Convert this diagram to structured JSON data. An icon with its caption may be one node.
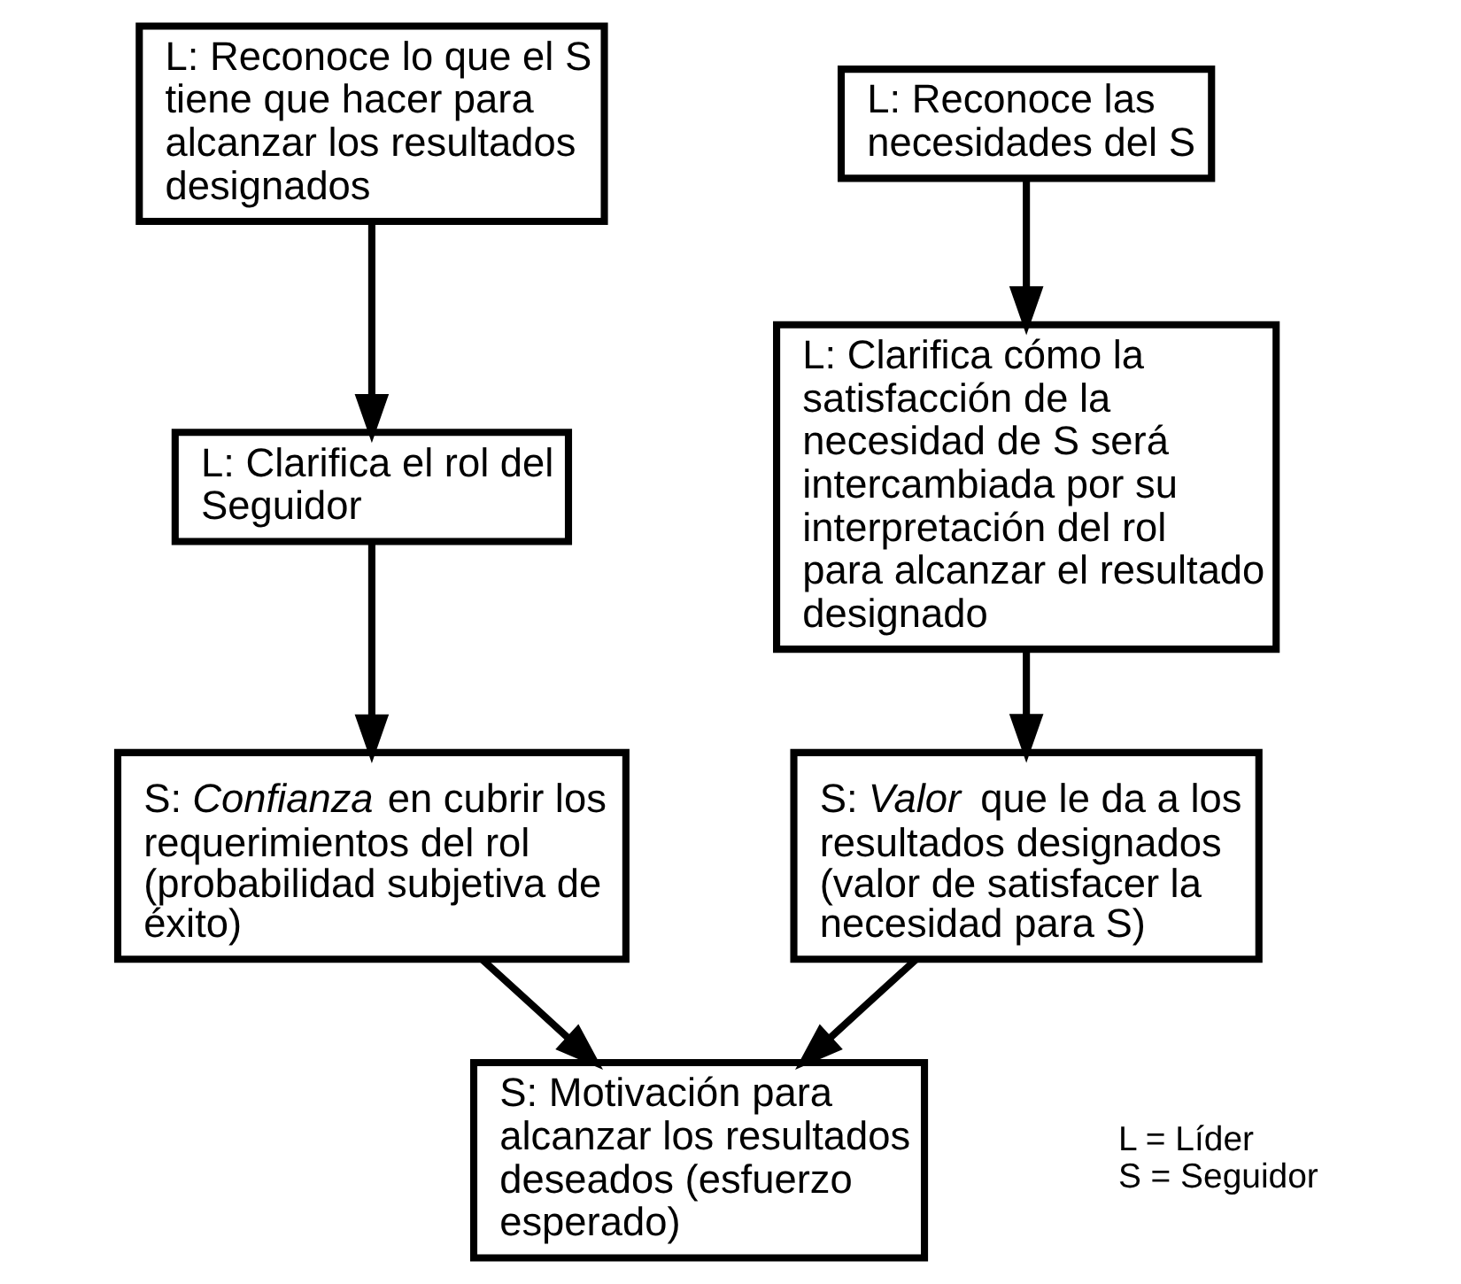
{
  "diagram": {
    "nodes": [
      {
        "text": [
          "L: Reconoce lo que el S tiene que hacer para alcanzar los resultados designados"
        ]
      },
      {
        "text": [
          "L: Clarifica el rol del Seguidor"
        ]
      },
      {
        "text": [
          "S: *Confianza* en cubrir los requerimientos del rol (probabilidad subjetiva de éxito)"
        ]
      },
      {
        "text": [
          "L: Reconoce las necesidades del S"
        ]
      },
      {
        "text": [
          "L: Clarifica cómo la satisfacción de la necesidad de S será intercambiada por su interpretación del rol para alcanzar el resultado designado"
        ]
      },
      {
        "text": [
          "S: *Valor* que le da a los resultados designados (valor de satisfacer la necesidad para S)"
        ]
      },
      {
        "text": [
          "S: Motivación para alcanzar los resultados deseados (esfuerzo esperado)"
        ]
      }
    ],
    "edges": [
      {
        "from": 0,
        "to": 1,
        "arrow": "to"
      },
      {
        "from": 1,
        "to": 2,
        "arrow": "to"
      },
      {
        "from": 3,
        "to": 4,
        "arrow": "to"
      },
      {
        "from": 4,
        "to": 5,
        "arrow": "to"
      },
      {
        "from": 2,
        "to": 6,
        "arrow": "to"
      },
      {
        "from": 5,
        "to": 6,
        "arrow": "to"
      }
    ],
    "labels": [
      "L = Líder",
      "S = Seguidor"
    ]
  }
}
